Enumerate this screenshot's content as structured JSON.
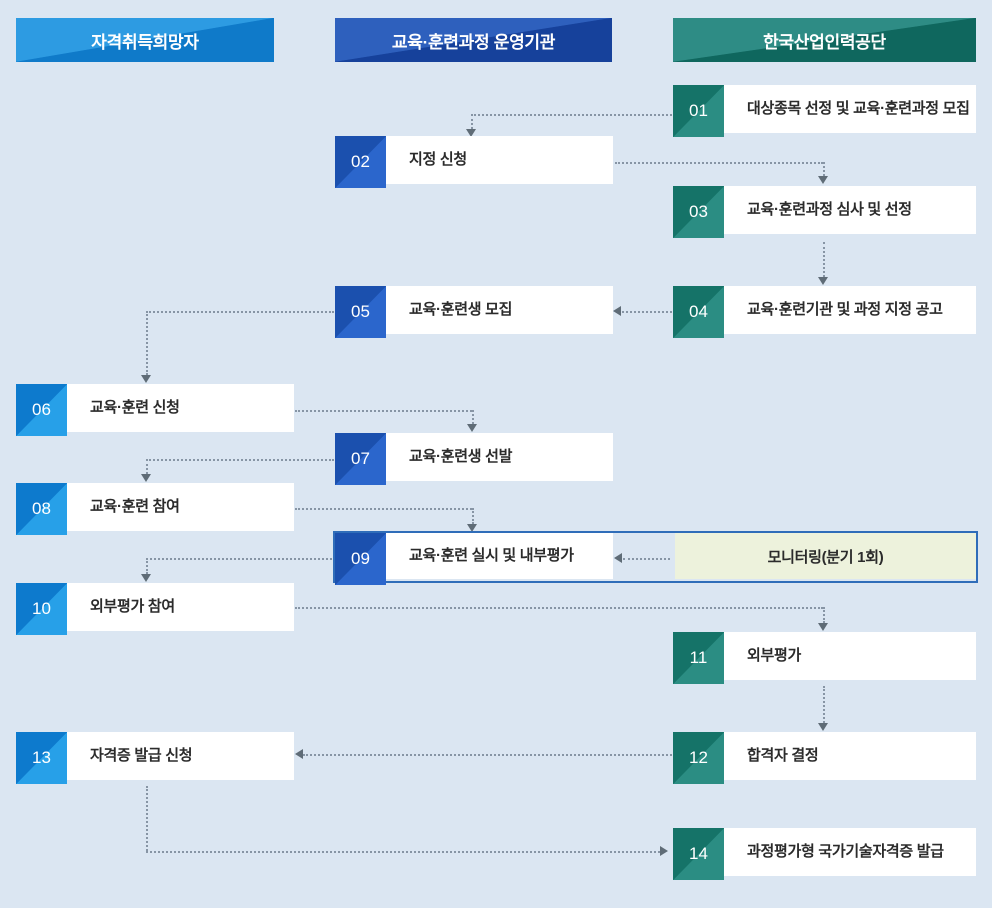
{
  "colors": {
    "bg": "#dbe6f2",
    "h1_light": "#2d9be2",
    "h1_dark": "#0f7ac9",
    "h2_light": "#2e60bd",
    "h2_dark": "#16419b",
    "h3_light": "#2e8c85",
    "h3_dark": "#0f675e",
    "c1_light": "#27a0e8",
    "c1_dark": "#0d7acd",
    "c2_light": "#2b66cc",
    "c2_dark": "#1b50ae",
    "c3_light": "#2b8d83",
    "c3_dark": "#157368",
    "mon_bg": "#edf2dc",
    "mon_border": "#2f6db9",
    "arrow": "#8795a5",
    "arrowhead": "#5f6c77",
    "label_text": "#2b2b2b",
    "box_bg": "#ffffff"
  },
  "columns": [
    {
      "label": "자격취득희망자"
    },
    {
      "label": "교육·훈련과정 운영기관"
    },
    {
      "label": "한국산업인력공단"
    }
  ],
  "steps": [
    {
      "no": "01",
      "label": "대상종목 선정 및 교육·훈련과정 모집",
      "actor": "한국산업인력공단"
    },
    {
      "no": "02",
      "label": "지정 신청",
      "actor": "교육·훈련과정 운영기관"
    },
    {
      "no": "03",
      "label": "교육·훈련과정 심사 및 선정",
      "actor": "한국산업인력공단"
    },
    {
      "no": "04",
      "label": "교육·훈련기관 및 과정 지정 공고",
      "actor": "한국산업인력공단"
    },
    {
      "no": "05",
      "label": "교육·훈련생 모집",
      "actor": "교육·훈련과정 운영기관"
    },
    {
      "no": "06",
      "label": "교육·훈련 신청",
      "actor": "자격취득희망자"
    },
    {
      "no": "07",
      "label": "교육·훈련생 선발",
      "actor": "교육·훈련과정 운영기관"
    },
    {
      "no": "08",
      "label": "교육·훈련 참여",
      "actor": "자격취득희망자"
    },
    {
      "no": "09",
      "label": "교육·훈련 실시 및 내부평가",
      "actor": "교육·훈련과정 운영기관"
    },
    {
      "no": "10",
      "label": "외부평가 참여",
      "actor": "자격취득희망자"
    },
    {
      "no": "11",
      "label": "외부평가",
      "actor": "한국산업인력공단"
    },
    {
      "no": "12",
      "label": "합격자 결정",
      "actor": "한국산업인력공단"
    },
    {
      "no": "13",
      "label": "자격증 발급 신청",
      "actor": "자격취득희망자"
    },
    {
      "no": "14",
      "label": "과정평가형 국가기술자격증 발급",
      "actor": "한국산업인력공단"
    }
  ],
  "monitoring": {
    "label": "모니터링(분기 1회)"
  },
  "connections": [
    {
      "from": "01",
      "to": "02"
    },
    {
      "from": "02",
      "to": "03"
    },
    {
      "from": "03",
      "to": "04"
    },
    {
      "from": "04",
      "to": "05"
    },
    {
      "from": "05",
      "to": "06"
    },
    {
      "from": "06",
      "to": "07"
    },
    {
      "from": "07",
      "to": "08"
    },
    {
      "from": "08",
      "to": "09"
    },
    {
      "from": "monitoring",
      "to": "09"
    },
    {
      "from": "09",
      "to": "10"
    },
    {
      "from": "10",
      "to": "11"
    },
    {
      "from": "11",
      "to": "12"
    },
    {
      "from": "12",
      "to": "13"
    },
    {
      "from": "13",
      "to": "14"
    }
  ]
}
